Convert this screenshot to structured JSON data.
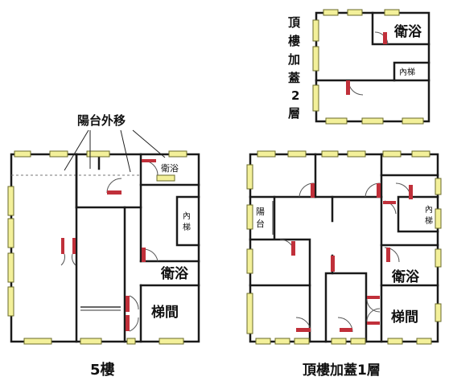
{
  "annotation": "陽台外移",
  "plans": {
    "fifth": {
      "caption": "5樓",
      "rooms": {
        "bath": "衛浴",
        "bath_small": "衛浴",
        "inner_stair": "內梯",
        "stairwell": "梯間"
      }
    },
    "roof1": {
      "caption": "頂樓加蓋1層",
      "rooms": {
        "balcony": "陽台",
        "bath": "衛浴",
        "inner_stair": "內梯",
        "stairwell": "梯間"
      }
    },
    "roof2": {
      "caption_chars": [
        "頂",
        "樓",
        "加",
        "蓋",
        "2",
        "層"
      ],
      "rooms": {
        "bath": "衛浴",
        "inner_stair": "內梯"
      }
    }
  },
  "colors": {
    "wall": "#1a1a1a",
    "window": "#f3f09a",
    "door_leaf": "#c0303a",
    "background": "#ffffff"
  }
}
